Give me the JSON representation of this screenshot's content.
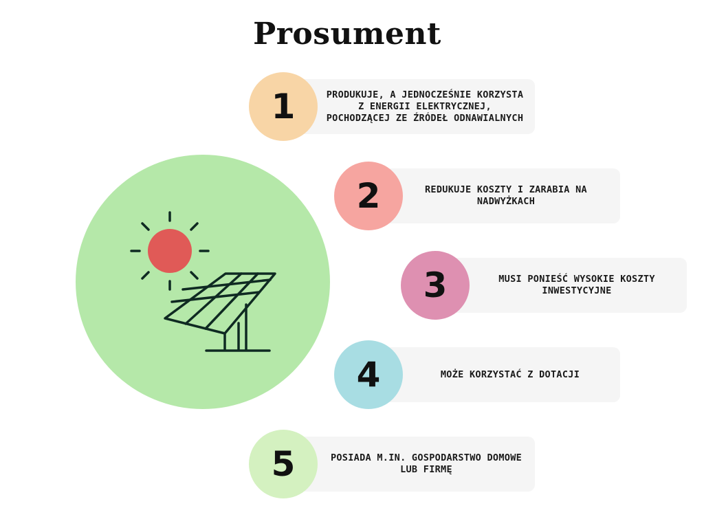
{
  "title": "Prosument",
  "icons": {
    "illustration": "solar-panel-and-sun-icon"
  },
  "colors": {
    "illustration_background": "#b5e8a9",
    "sun": "#e05a57",
    "panel_stroke": "#0f2a22",
    "card_background": "#f5f5f5"
  },
  "items": [
    {
      "number": "1",
      "text": "PRODUKUJE, A JEDNOCZEŚNIE KORZYSTA Z ENERGII ELEKTRYCZNEJ, POCHODZĄCEJ ZE ŹRÓDEŁ ODNAWIALNYCH",
      "color": "#f8d5a6"
    },
    {
      "number": "2",
      "text": "REDUKUJE KOSZTY I ZARABIA NA NADWYŻKACH",
      "color": "#f6a5a0"
    },
    {
      "number": "3",
      "text": "MUSI PONIEŚĆ WYSOKIE KOSZTY INWESTYCYJNE",
      "color": "#de90b1"
    },
    {
      "number": "4",
      "text": "MOŻE KORZYSTAĆ Z DOTACJI",
      "color": "#a8dde3"
    },
    {
      "number": "5",
      "text": "POSIADA M.IN. GOSPODARSTWO DOMOWE LUB FIRMĘ",
      "color": "#d4f1c0"
    }
  ]
}
